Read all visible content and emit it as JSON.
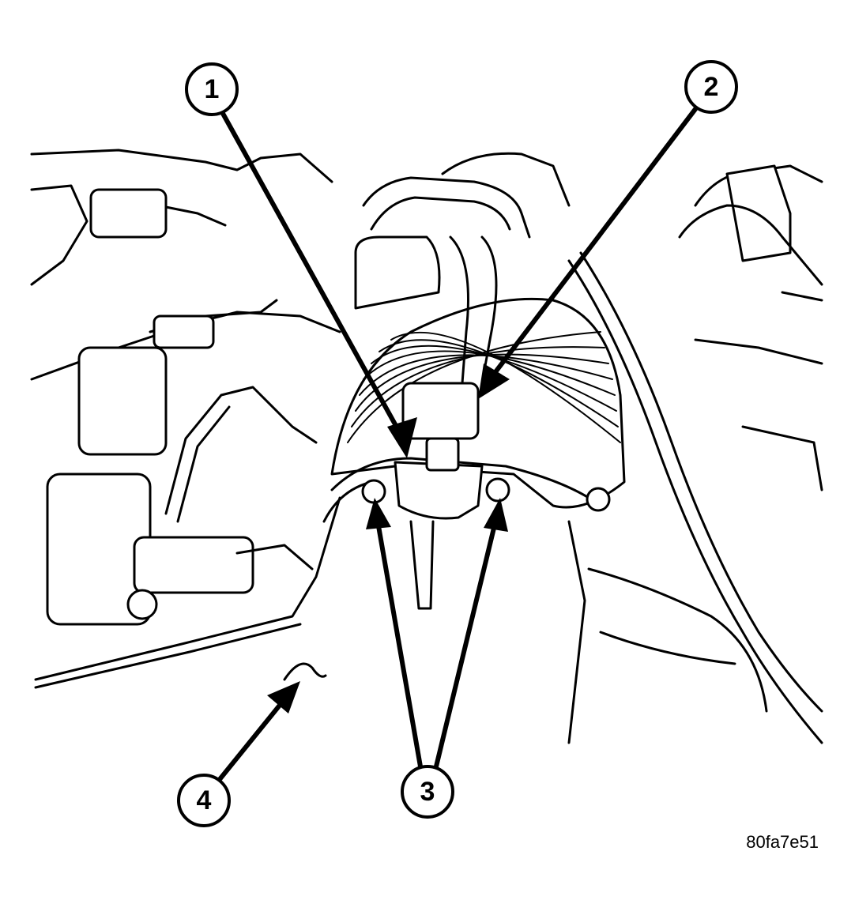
{
  "callouts": [
    {
      "id": "callout-1",
      "label": "1"
    },
    {
      "id": "callout-2",
      "label": "2"
    },
    {
      "id": "callout-3",
      "label": "3"
    },
    {
      "id": "callout-4",
      "label": "4"
    }
  ],
  "figure_id": "80fa7e51"
}
